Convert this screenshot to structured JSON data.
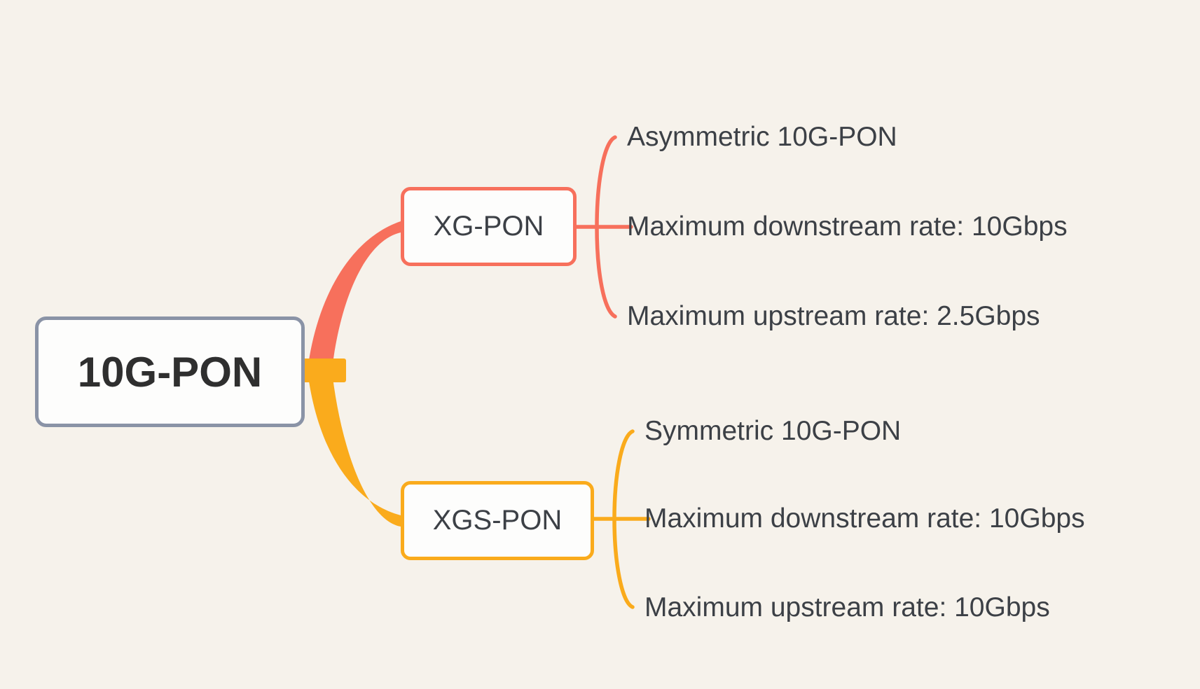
{
  "canvas": {
    "background_color": "#F6F2EB",
    "topic_text_color": "#3C4046"
  },
  "root": {
    "label": "10G-PON",
    "border_color": "#8A93A6",
    "fill_color": "#FDFDFC",
    "text_color": "#2F2F2F"
  },
  "branches": [
    {
      "label": "XG-PON",
      "color": "#F7705C",
      "node_fill": "#FDFDFC",
      "children": [
        {
          "label": "Asymmetric 10G-PON"
        },
        {
          "label": "Maximum downstream rate: 10Gbps"
        },
        {
          "label": "Maximum upstream rate: 2.5Gbps"
        }
      ]
    },
    {
      "label": "XGS-PON",
      "color": "#FAAB1C",
      "node_fill": "#FDFDFC",
      "children": [
        {
          "label": "Symmetric 10G-PON"
        },
        {
          "label": "Maximum downstream rate: 10Gbps"
        },
        {
          "label": "Maximum upstream rate: 10Gbps"
        }
      ]
    }
  ]
}
